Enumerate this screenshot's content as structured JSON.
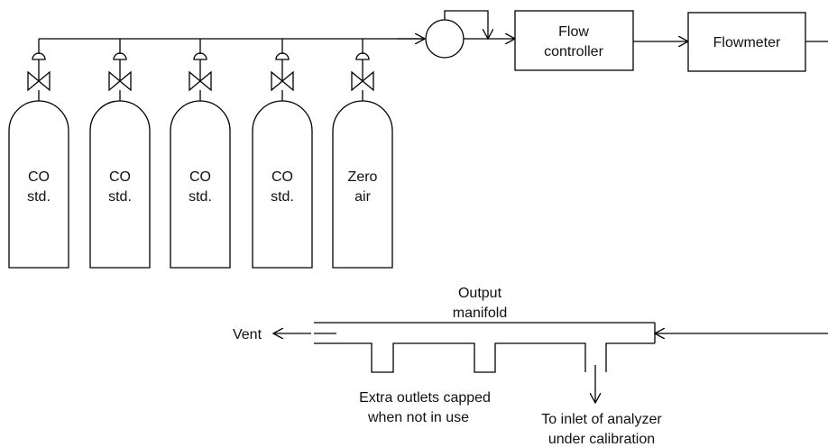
{
  "cylinders": [
    {
      "line1": "CO",
      "line2": "std."
    },
    {
      "line1": "CO",
      "line2": "std."
    },
    {
      "line1": "CO",
      "line2": "std."
    },
    {
      "line1": "CO",
      "line2": "std."
    },
    {
      "line1": "Zero",
      "line2": "air"
    }
  ],
  "flow_controller": {
    "line1": "Flow",
    "line2": "controller"
  },
  "flowmeter": {
    "label": "Flowmeter"
  },
  "output_manifold": {
    "line1": "Output",
    "line2": "manifold"
  },
  "vent": {
    "label": "Vent"
  },
  "extra_outlets": {
    "line1": "Extra outlets capped",
    "line2": "when not in use"
  },
  "analyzer_inlet": {
    "line1": "To inlet of analyzer",
    "line2": "under calibration"
  }
}
